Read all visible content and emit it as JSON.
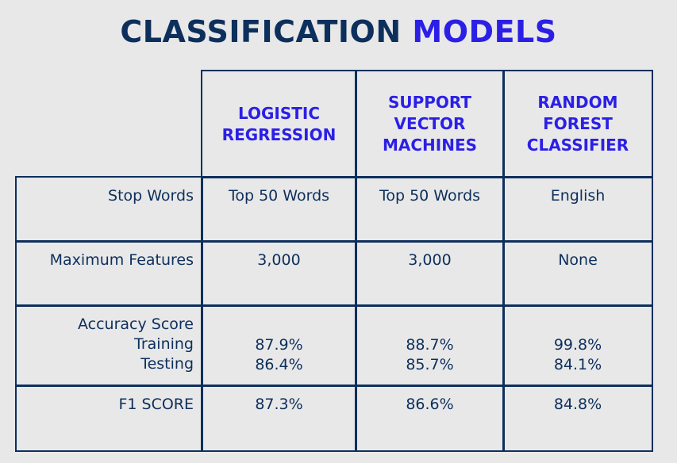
{
  "title": {
    "main": "CLASSIFICATION",
    "accent": "MODELS"
  },
  "colors": {
    "primary": "#0d2f5c",
    "accent": "#2b1fe6",
    "background": "#e8e8e8"
  },
  "table": {
    "columns": [
      {
        "lines": [
          "LOGISTIC",
          "REGRESSION"
        ]
      },
      {
        "lines": [
          "SUPPORT",
          "VECTOR",
          "MACHINES"
        ]
      },
      {
        "lines": [
          "RANDOM",
          "FOREST",
          "CLASSIFIER"
        ]
      }
    ],
    "rows": {
      "stop_words": {
        "label": "Stop Words",
        "values": [
          "Top 50 Words",
          "Top 50 Words",
          "English"
        ]
      },
      "max_features": {
        "label": "Maximum Features",
        "values": [
          "3,000",
          "3,000",
          "None"
        ]
      },
      "accuracy": {
        "label": "Accuracy Score",
        "training_label": "Training",
        "testing_label": "Testing",
        "training": [
          "87.9%",
          "88.7%",
          "99.8%"
        ],
        "testing": [
          "86.4%",
          "85.7%",
          "84.1%"
        ]
      },
      "f1": {
        "label": "F1 SCORE",
        "values": [
          "87.3%",
          "86.6%",
          "84.8%"
        ]
      }
    }
  }
}
